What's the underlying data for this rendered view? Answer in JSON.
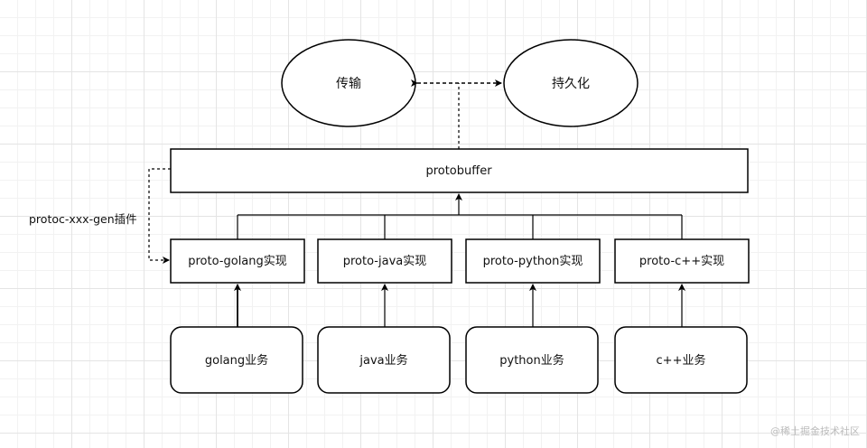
{
  "ellipses": {
    "transport": "传输",
    "persistence": "持久化"
  },
  "protobuffer": "protobuffer",
  "plugin_label": "protoc-xxx-gen插件",
  "implementations": {
    "golang": "proto-golang实现",
    "java": "proto-java实现",
    "python": "proto-python实现",
    "cpp": "proto-c++实现"
  },
  "businesses": {
    "golang": "golang业务",
    "java": "java业务",
    "python": "python业务",
    "cpp": "c++业务"
  },
  "watermark": "@稀土掘金技术社区"
}
